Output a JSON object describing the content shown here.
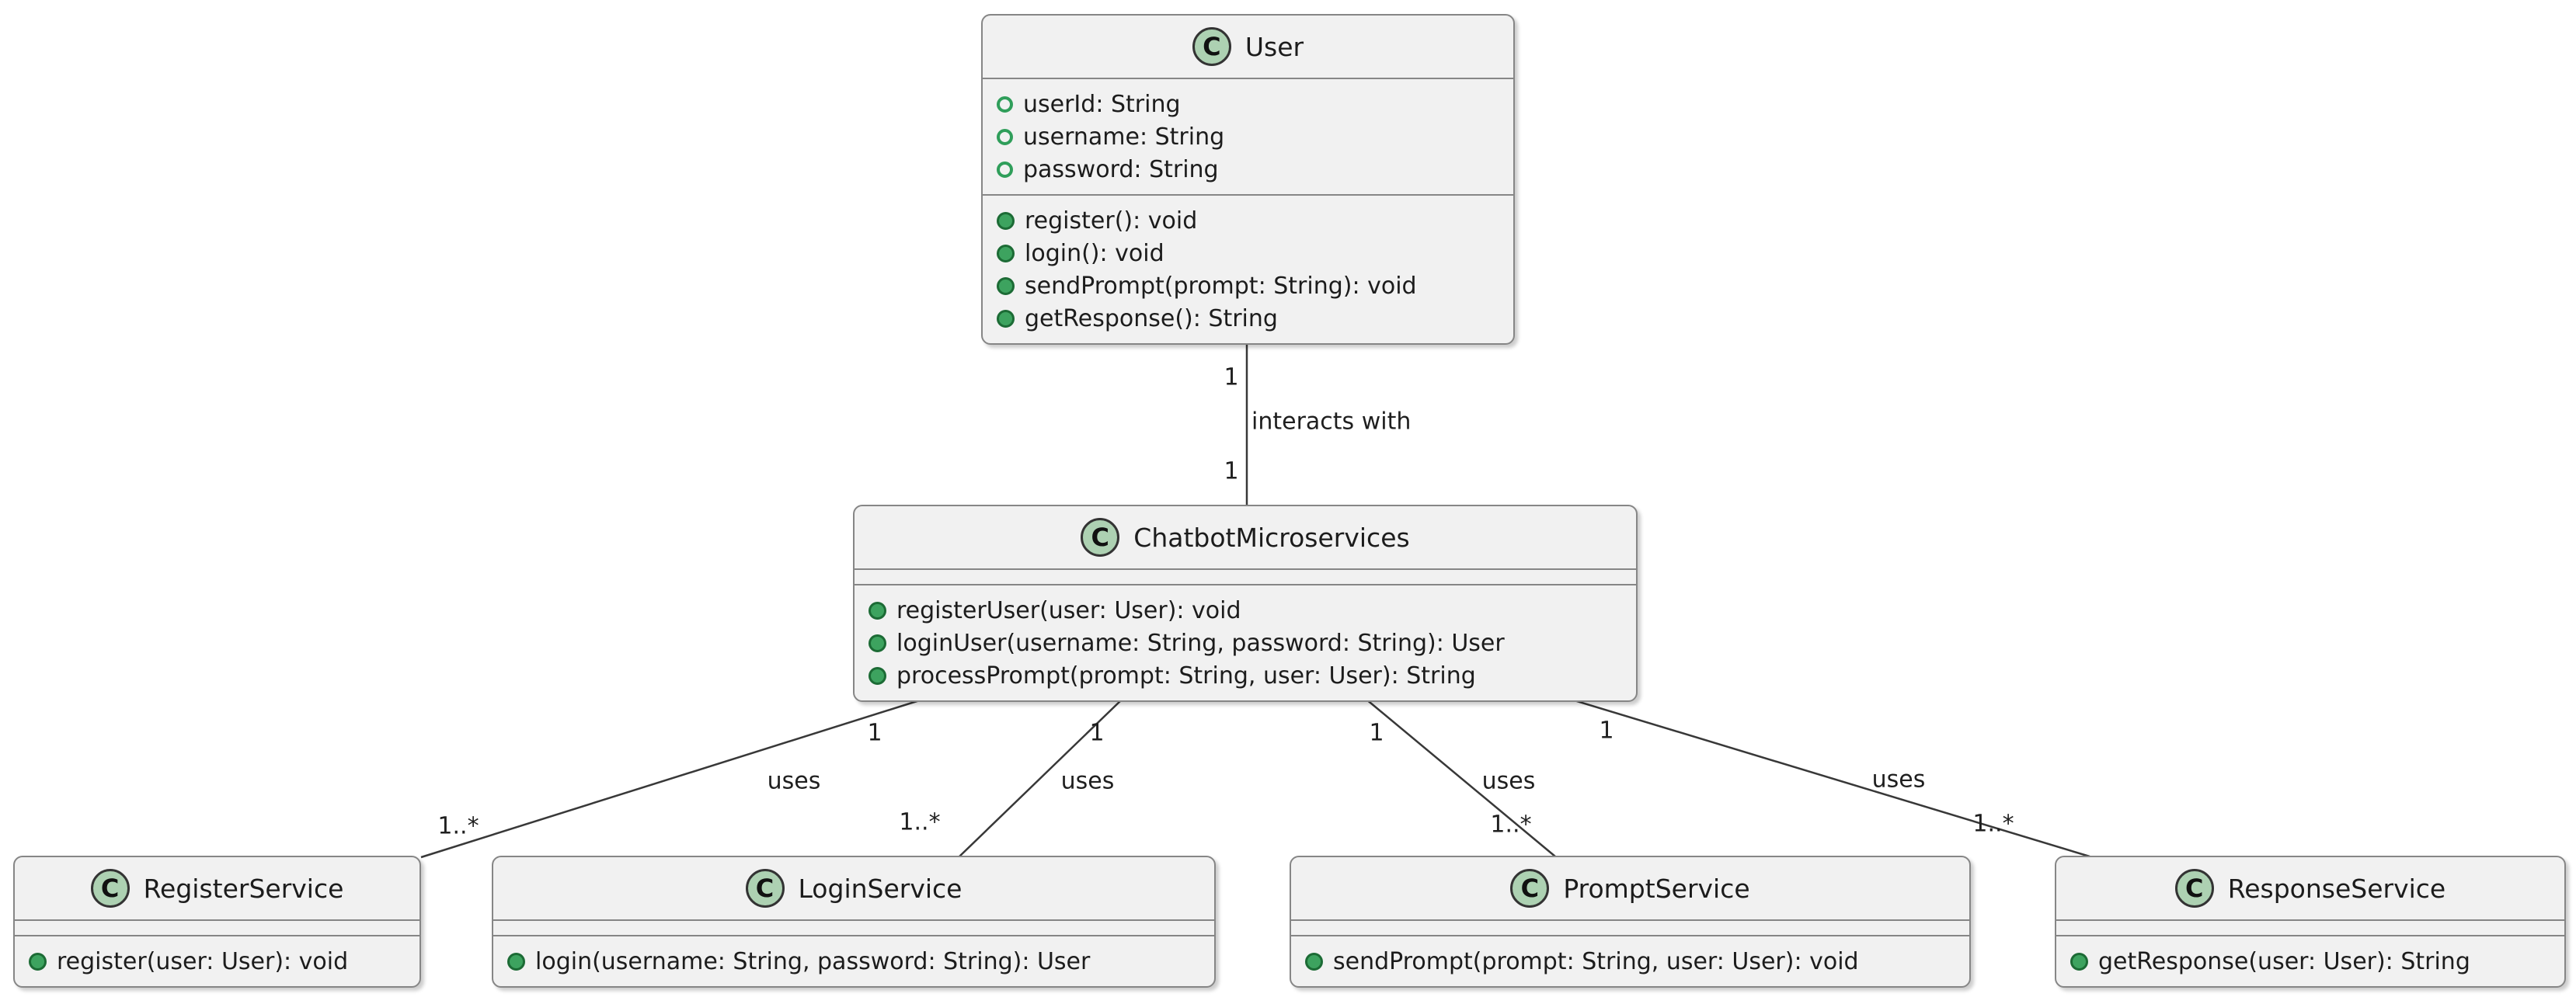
{
  "diagram": {
    "kind": "uml-class-diagram",
    "background_color": "#ffffff",
    "box_fill": "#f1f1f1",
    "box_border_color": "#868686",
    "class_circle_fill": "#add1b2",
    "class_circle_border": "#333333",
    "field_icon_color": "#2f9e5a",
    "method_icon_fill": "#3da35f",
    "method_icon_border": "#1c6b35",
    "edge_line_color": "#383838"
  },
  "classes": [
    {
      "name": "User",
      "stereotype_letter": "C",
      "fields": [
        "userId: String",
        "username: String",
        "password: String"
      ],
      "methods": [
        "register(): void",
        "login(): void",
        "sendPrompt(prompt: String): void",
        "getResponse(): String"
      ]
    },
    {
      "name": "ChatbotMicroservices",
      "stereotype_letter": "C",
      "fields": [],
      "methods": [
        "registerUser(user: User): void",
        "loginUser(username: String, password: String): User",
        "processPrompt(prompt: String, user: User): String"
      ]
    },
    {
      "name": "RegisterService",
      "stereotype_letter": "C",
      "fields": [],
      "methods": [
        "register(user: User): void"
      ]
    },
    {
      "name": "LoginService",
      "stereotype_letter": "C",
      "fields": [],
      "methods": [
        "login(username: String, password: String): User"
      ]
    },
    {
      "name": "PromptService",
      "stereotype_letter": "C",
      "fields": [],
      "methods": [
        "sendPrompt(prompt: String, user: User): void"
      ]
    },
    {
      "name": "ResponseService",
      "stereotype_letter": "C",
      "fields": [],
      "methods": [
        "getResponse(user: User): String"
      ]
    }
  ],
  "associations": [
    {
      "from": "User",
      "to": "ChatbotMicroservices",
      "label": "interacts with",
      "from_multiplicity": "1",
      "to_multiplicity": "1"
    },
    {
      "from": "ChatbotMicroservices",
      "to": "RegisterService",
      "label": "uses",
      "from_multiplicity": "1",
      "to_multiplicity": "1..*"
    },
    {
      "from": "ChatbotMicroservices",
      "to": "LoginService",
      "label": "uses",
      "from_multiplicity": "1",
      "to_multiplicity": "1..*"
    },
    {
      "from": "ChatbotMicroservices",
      "to": "PromptService",
      "label": "uses",
      "from_multiplicity": "1",
      "to_multiplicity": "1..*"
    },
    {
      "from": "ChatbotMicroservices",
      "to": "ResponseService",
      "label": "uses",
      "from_multiplicity": "1",
      "to_multiplicity": "1..*"
    }
  ]
}
